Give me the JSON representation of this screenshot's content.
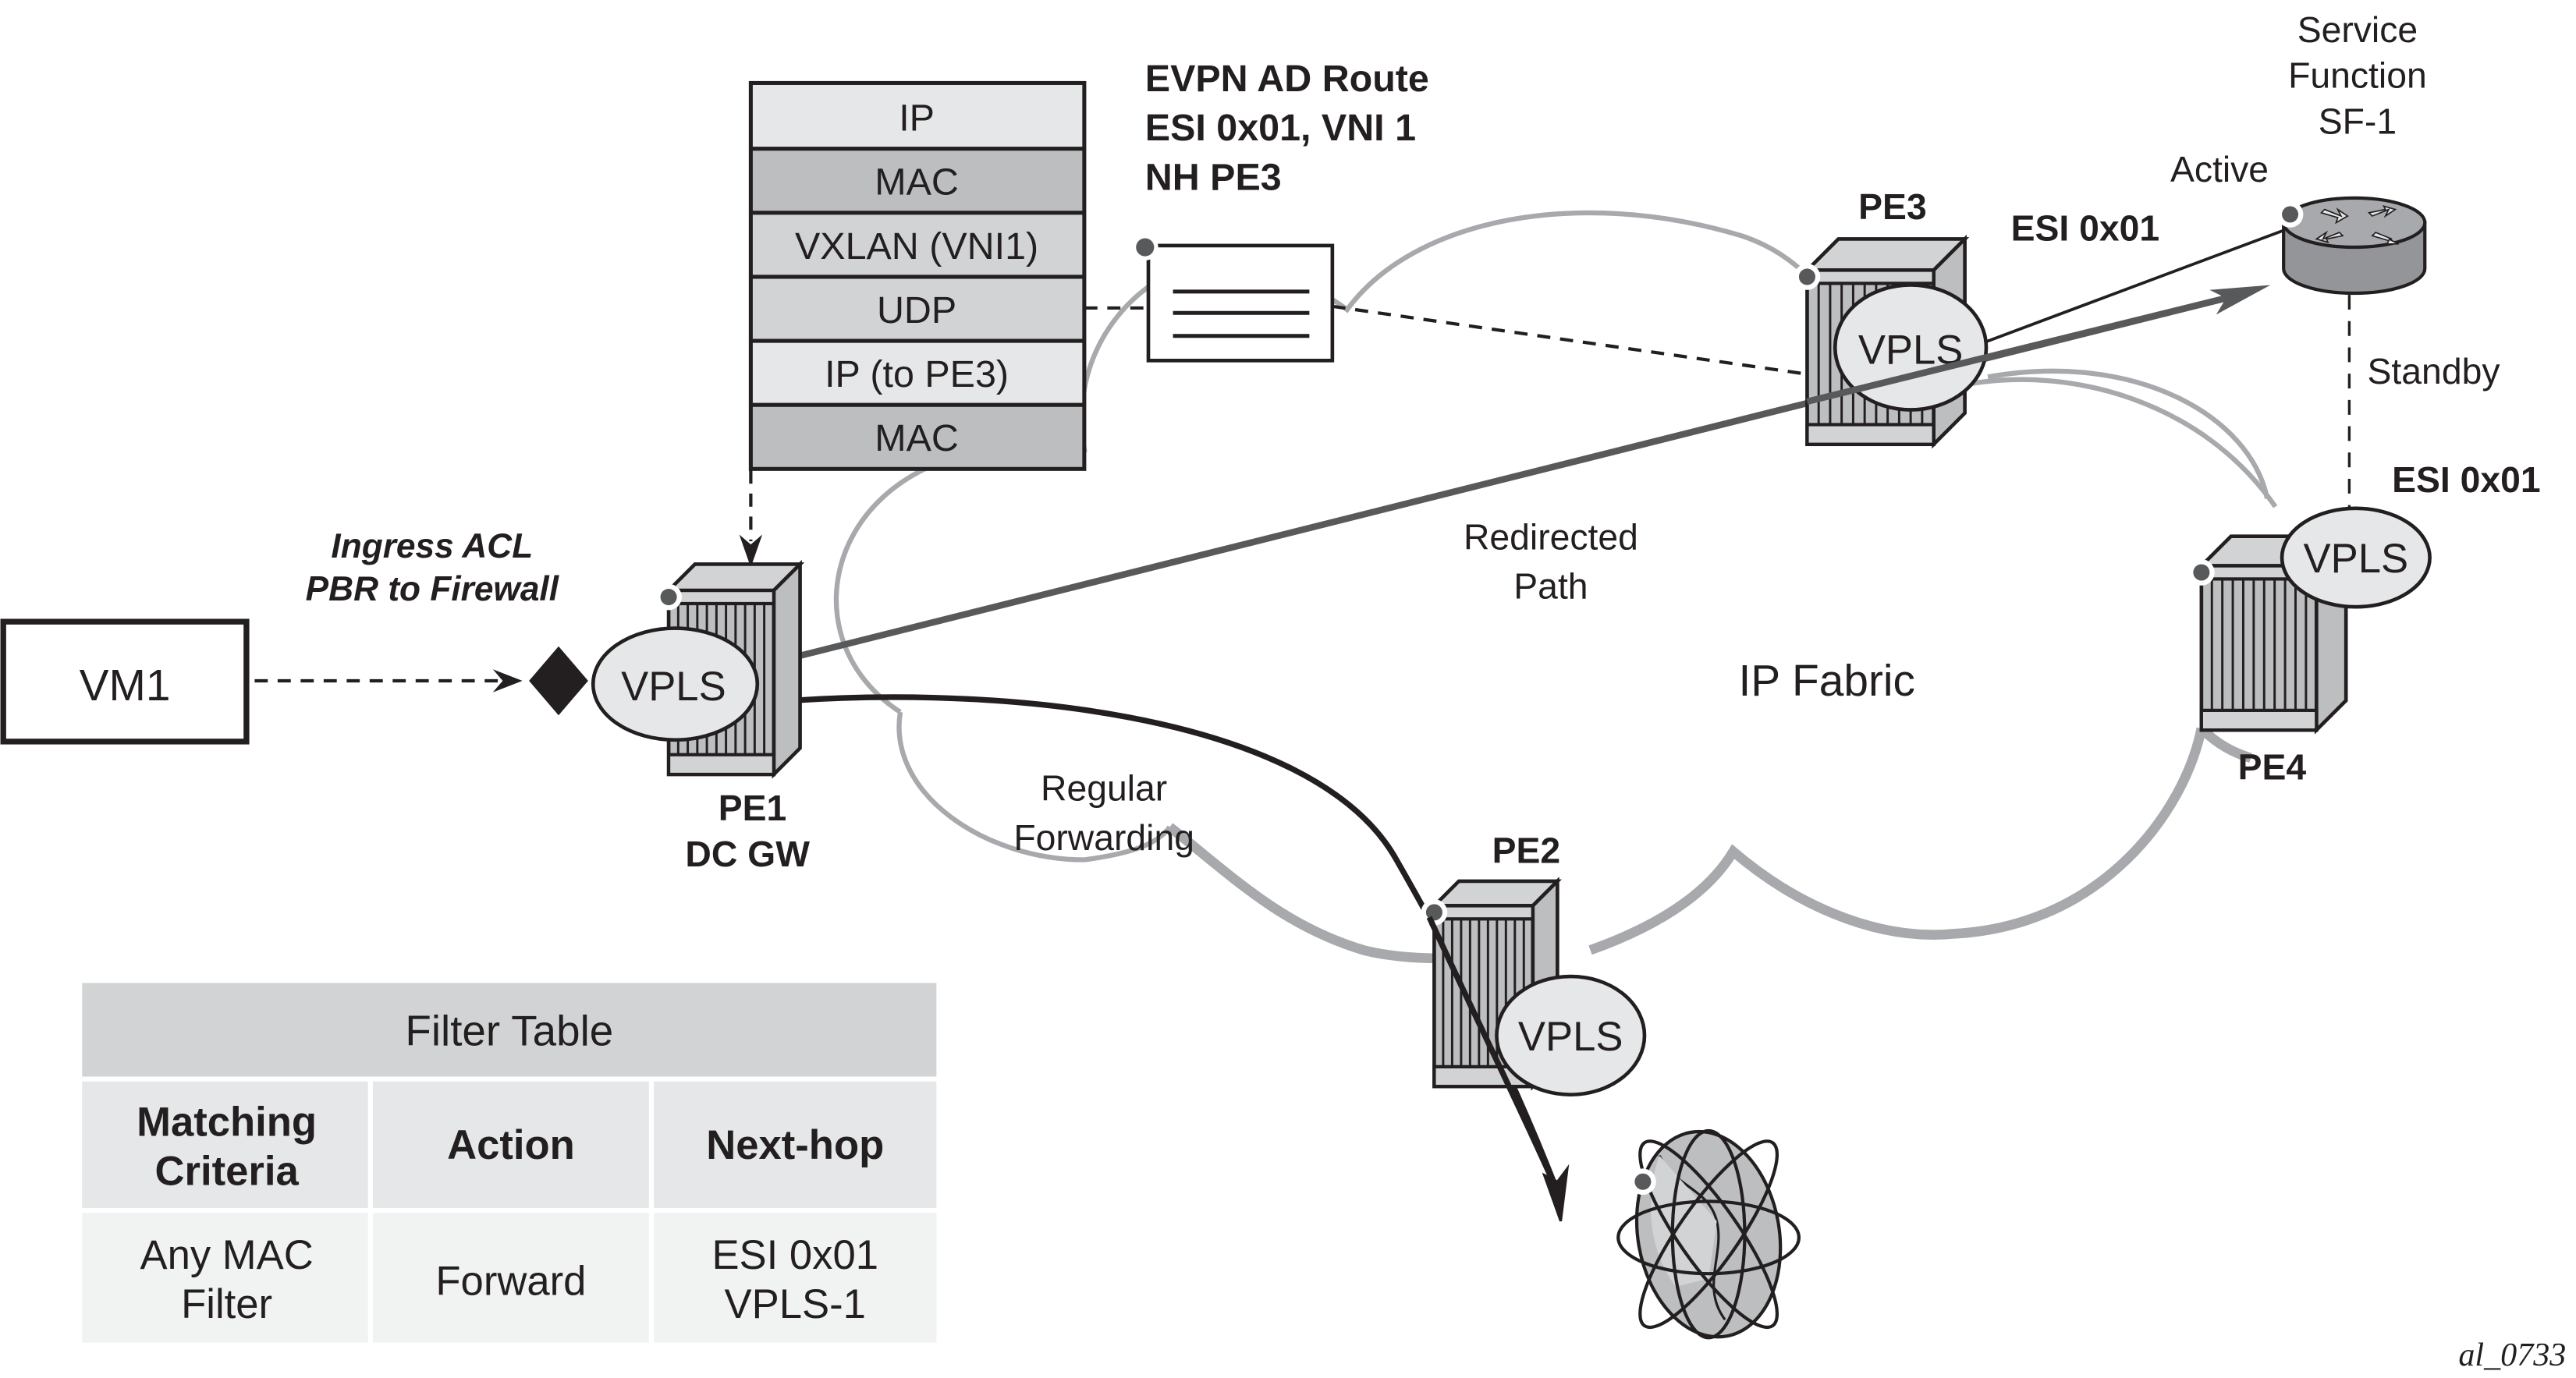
{
  "diagram": {
    "title": "EVPN PBR redirect to Service Function via ESI",
    "figure_id": "al_0733",
    "cloud_label": "IP Fabric",
    "colors": {
      "ink": "#231f20",
      "cloud_outline": "#a7a9ac",
      "redirect_path": "#58595b",
      "device_light": "#d1d3d4",
      "device_mid": "#bcbec0",
      "vpls_fill": "#e6e7e8",
      "table_header": "#d1d3d4",
      "table_subheader": "#e6e7e8",
      "table_row": "#f1f2f2"
    }
  },
  "vm": {
    "label": "VM1"
  },
  "acl": {
    "line1": "Ingress ACL",
    "line2": "PBR to Firewall"
  },
  "devices": {
    "pe1": {
      "name": "PE1",
      "role": "DC GW",
      "service": "VPLS"
    },
    "pe2": {
      "name": "PE2",
      "service": "VPLS"
    },
    "pe3": {
      "name": "PE3",
      "service": "VPLS"
    },
    "pe4": {
      "name": "PE4",
      "service": "VPLS"
    }
  },
  "packet_stack": {
    "layers": [
      "IP",
      "MAC",
      "VXLAN (VNI1)",
      "UDP",
      "IP (to PE3)",
      "MAC"
    ]
  },
  "evpn_route": {
    "line1": "EVPN AD Route",
    "line2": "ESI 0x01, VNI 1",
    "line3": "NH PE3"
  },
  "service_function": {
    "line1": "Service",
    "line2": "Function",
    "line3": "SF-1",
    "active_label": "Active",
    "standby_label": "Standby"
  },
  "esi_labels": {
    "pe3": "ESI 0x01",
    "pe4": "ESI 0x01"
  },
  "paths": {
    "redirected": {
      "line1": "Redirected",
      "line2": "Path"
    },
    "regular": {
      "line1": "Regular",
      "line2": "Forwarding"
    }
  },
  "filter_table": {
    "title": "Filter Table",
    "headers": [
      {
        "line1": "Matching",
        "line2": "Criteria"
      },
      {
        "line1": "Action",
        "line2": ""
      },
      {
        "line1": "Next-hop",
        "line2": ""
      }
    ],
    "rows": [
      [
        {
          "line1": "Any MAC",
          "line2": "Filter"
        },
        {
          "line1": "Forward",
          "line2": ""
        },
        {
          "line1": "ESI 0x01",
          "line2": "VPLS-1"
        }
      ]
    ]
  }
}
